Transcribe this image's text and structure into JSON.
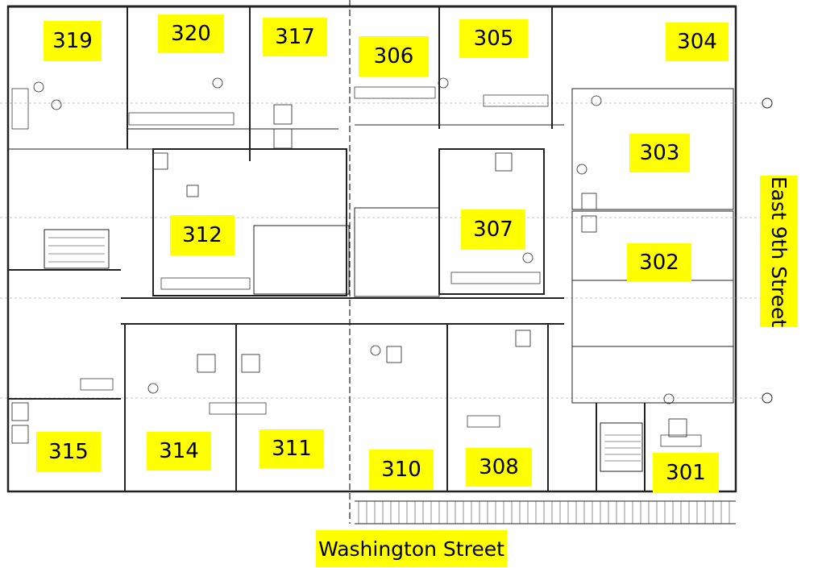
{
  "units": [
    {
      "id": "319",
      "label": "319"
    },
    {
      "id": "320",
      "label": "320"
    },
    {
      "id": "317",
      "label": "317"
    },
    {
      "id": "306",
      "label": "306"
    },
    {
      "id": "305",
      "label": "305"
    },
    {
      "id": "304",
      "label": "304"
    },
    {
      "id": "303",
      "label": "303"
    },
    {
      "id": "312",
      "label": "312"
    },
    {
      "id": "307",
      "label": "307"
    },
    {
      "id": "302",
      "label": "302"
    },
    {
      "id": "315",
      "label": "315"
    },
    {
      "id": "314",
      "label": "314"
    },
    {
      "id": "311",
      "label": "311"
    },
    {
      "id": "310",
      "label": "310"
    },
    {
      "id": "308",
      "label": "308"
    },
    {
      "id": "301",
      "label": "301"
    }
  ],
  "streets": {
    "south": "Washington Street",
    "east": "East 9th Street"
  },
  "colors": {
    "highlight": "#ffff00",
    "linework": "#222222"
  }
}
